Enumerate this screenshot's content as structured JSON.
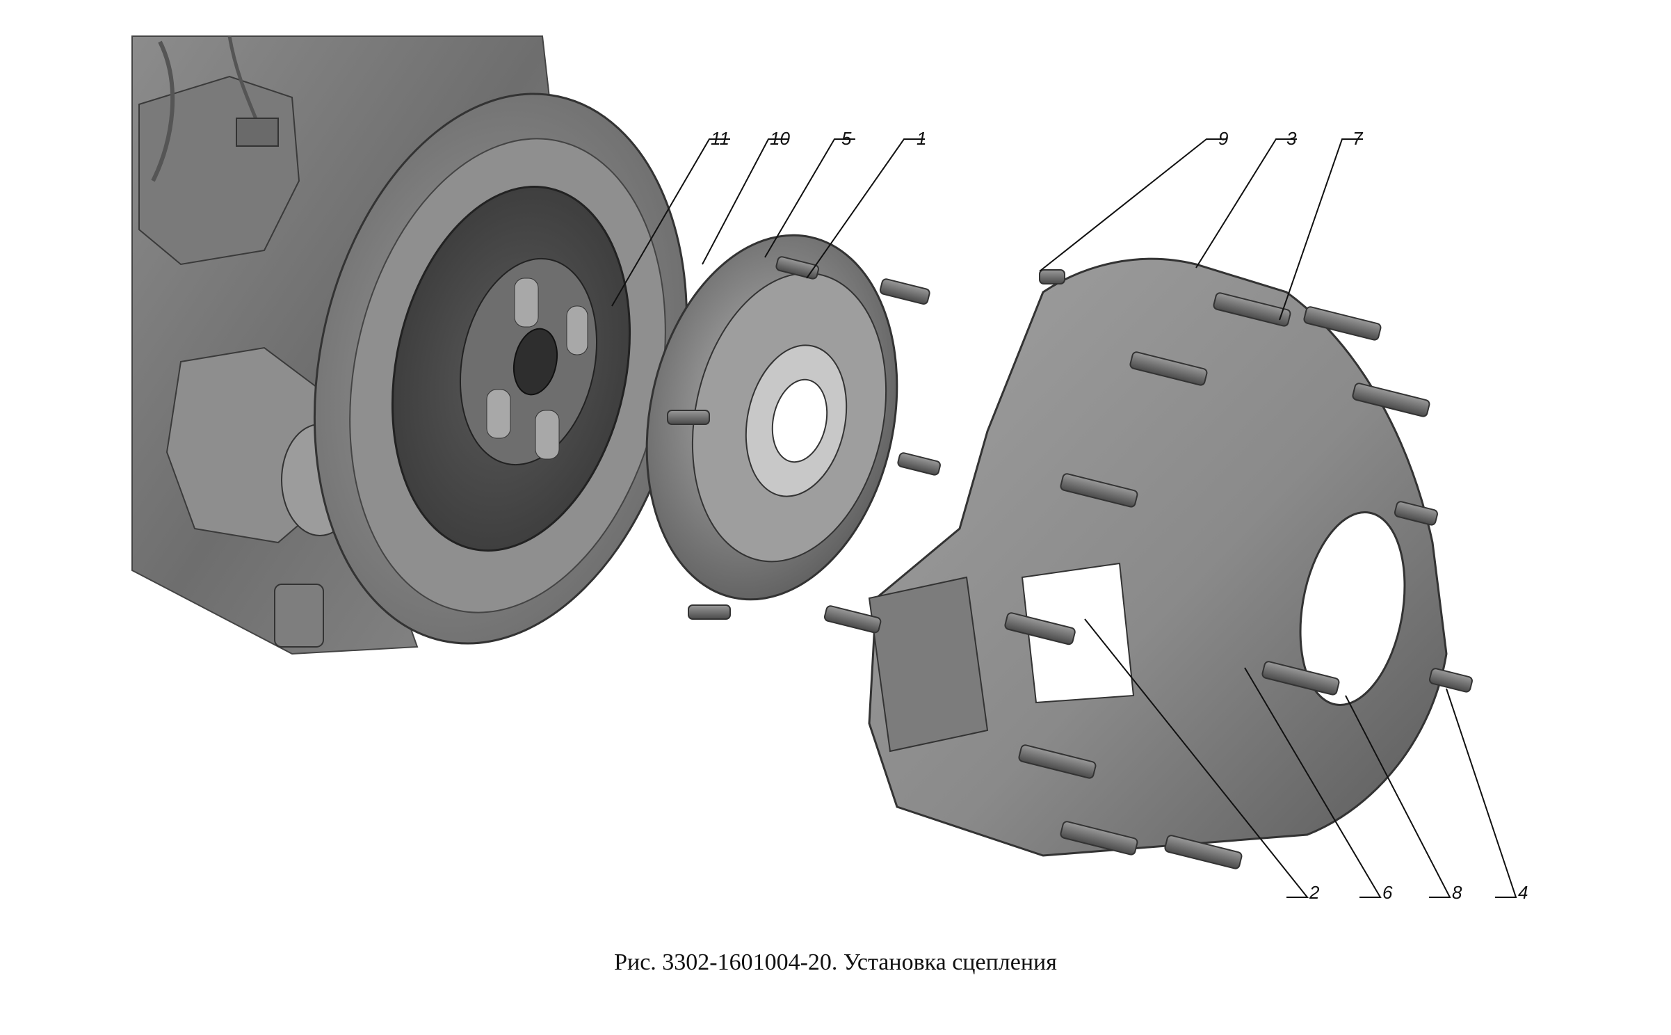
{
  "figure": {
    "caption": "Рис. 3302-1601004-20. Установка сцепления",
    "callouts": [
      {
        "id": "11",
        "label": "11"
      },
      {
        "id": "10",
        "label": "10"
      },
      {
        "id": "5",
        "label": "5"
      },
      {
        "id": "1",
        "label": "1"
      },
      {
        "id": "9",
        "label": "9"
      },
      {
        "id": "3",
        "label": "3"
      },
      {
        "id": "7",
        "label": "7"
      },
      {
        "id": "2",
        "label": "2"
      },
      {
        "id": "6",
        "label": "6"
      },
      {
        "id": "8",
        "label": "8"
      },
      {
        "id": "4",
        "label": "4"
      }
    ]
  }
}
